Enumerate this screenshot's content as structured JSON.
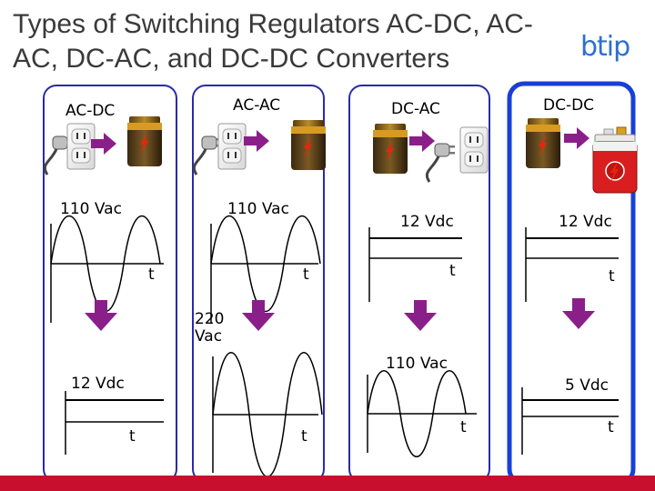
{
  "title": "Types of Switching Regulators AC-DC, AC-AC, DC-AC, and DC-DC Converters",
  "logo": "btip",
  "colors": {
    "panel_border": "#2a2aa8",
    "highlight_border": "#1a3fd6",
    "arrow": "#8a1f8a",
    "bottom_bar": "#c8102e",
    "logo": "#2e6fd0"
  },
  "icons": [
    "power-plug-icon",
    "wall-outlet-icon",
    "battery-icon",
    "car-battery-icon",
    "down-arrow-icon"
  ],
  "columns": [
    {
      "name": "AC-DC",
      "input_label": "110 Vac",
      "input_axis": "t",
      "output_label": "12 Vdc",
      "output_axis": "t"
    },
    {
      "name": "AC-AC",
      "input_label": "110 Vac",
      "input_axis": "t",
      "output_label": "220 Vac",
      "output_axis": "t"
    },
    {
      "name": "DC-AC",
      "input_label": "12 Vdc",
      "input_axis": "t",
      "output_label": "110 Vac",
      "output_axis": "t"
    },
    {
      "name": "DC-DC",
      "input_label": "12 Vdc",
      "input_axis": "t",
      "output_label": "5 Vdc",
      "output_axis": "t"
    }
  ]
}
